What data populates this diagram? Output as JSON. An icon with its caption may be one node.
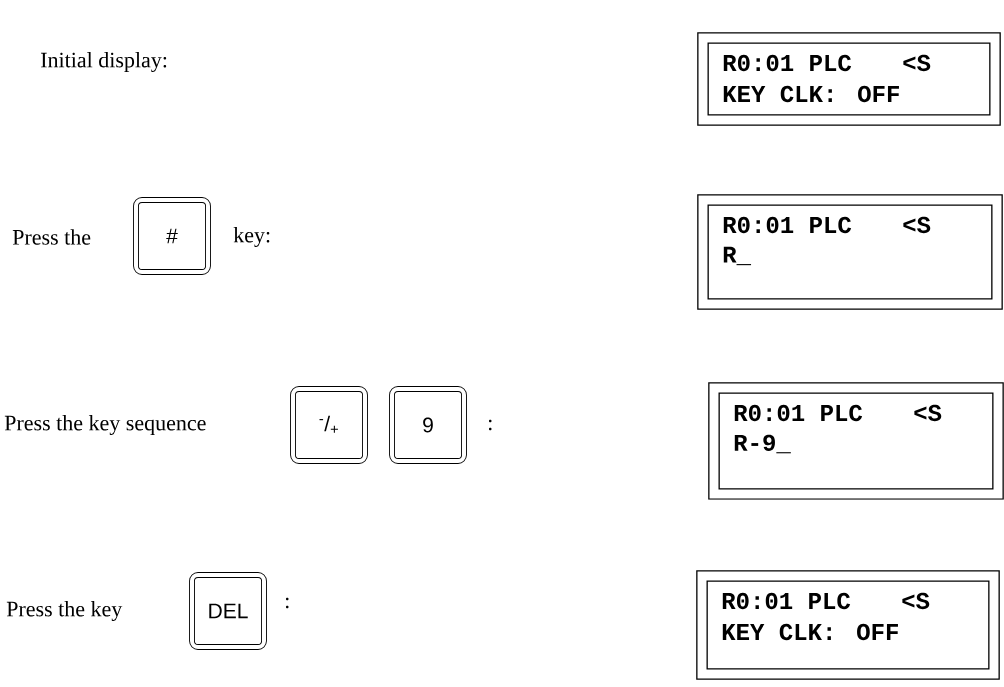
{
  "diagram": {
    "nodes": [
      {
        "text": [
          "R0:01 PLC",
          "<S",
          "KEY CLK:",
          "OFF"
        ]
      },
      {
        "text": [
          "#"
        ]
      },
      {
        "text": [
          "R0:01 PLC",
          "<S",
          "R_"
        ]
      },
      {
        "text": [
          "$^{-}$/$_{+}$"
        ]
      },
      {
        "text": [
          "9"
        ]
      },
      {
        "text": [
          "R0:01 PLC",
          "<S",
          "R-9_"
        ]
      },
      {
        "text": [
          "DEL"
        ]
      },
      {
        "text": [
          "R0:01 PLC",
          "<S",
          "KEY CLK:",
          "OFF"
        ]
      }
    ],
    "labels": [
      "Initial display:",
      "Press the",
      "key:",
      "Press the key sequence",
      ":",
      "Press the key",
      ":"
    ]
  }
}
